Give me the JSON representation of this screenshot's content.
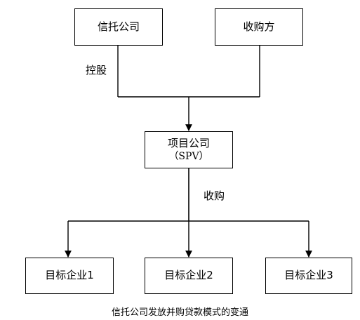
{
  "nodes": {
    "trust_company": "信托公司",
    "acquirer": "收购方",
    "project_company": "项目公司",
    "project_company_sub": "（SPV）",
    "target_1": "目标企业1",
    "target_2": "目标企业2",
    "target_3": "目标企业3"
  },
  "edges": {
    "holding": "控股",
    "acquisition": "收购"
  },
  "caption": "信托公司发放并购贷款模式的变通",
  "colors": {
    "line": "#000000",
    "box_border": "#000000",
    "background": "#ffffff"
  }
}
